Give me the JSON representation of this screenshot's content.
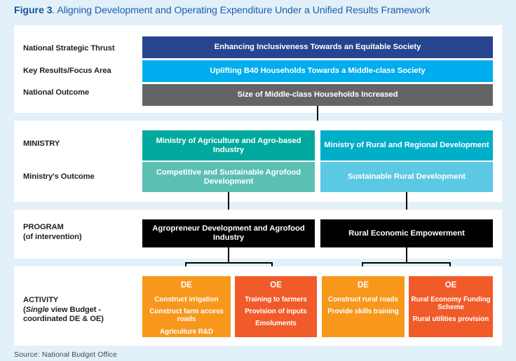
{
  "title": {
    "figure_number": "Figure 3",
    "separator": ". ",
    "text": "Aligning Development and Operating Expenditure Under a Unified Results Framework",
    "color": "#1a5fa8"
  },
  "national": {
    "rows": [
      {
        "label": "National Strategic Thrust",
        "bar_text": "Enhancing Inclusiveness Towards an Equitable Society",
        "color": "#27448f"
      },
      {
        "label": "Key Results/Focus Area",
        "bar_text": "Uplifting B40 Households Towards a Middle-class Society",
        "color": "#00adee"
      },
      {
        "label": "National Outcome",
        "bar_text": "Size of Middle-class Households Increased",
        "color": "#636466"
      }
    ]
  },
  "ministry": {
    "label": "MINISTRY",
    "outcome_label": "Ministry's Outcome",
    "ministries": [
      {
        "name": "Ministry of Agriculture and Agro-based Industry",
        "color": "#00a99d"
      },
      {
        "name": "Ministry of Rural and Regional Development",
        "color": "#00aec7"
      }
    ],
    "outcomes": [
      {
        "name": "Competitive and Sustainable Agrofood Development",
        "color": "#5cbfb4"
      },
      {
        "name": "Sustainable Rural Development",
        "color": "#5bc8e4"
      }
    ]
  },
  "program": {
    "label": "PROGRAM",
    "sublabel": "(of intervention)",
    "programs": [
      {
        "name": "Agropreneur Development and Agrofood Industry",
        "color": "#000000"
      },
      {
        "name": "Rural Economic Empowerment",
        "color": "#000000"
      }
    ]
  },
  "activity": {
    "label": "ACTIVITY",
    "sublabel_italic": "Single",
    "sublabel_line1_rest": " view Budget -",
    "sublabel_line2": "coordinated DE & OE)",
    "boxes": [
      {
        "head": "DE",
        "color": "#f7981d",
        "items": [
          "Construct irrigation",
          "Construct farm access roads",
          "Agriculture R&D"
        ]
      },
      {
        "head": "OE",
        "color": "#f15a29",
        "items": [
          "Training to farmers",
          "Provision of inputs",
          "Emoluments"
        ]
      },
      {
        "head": "DE",
        "color": "#f7981d",
        "items": [
          "Construct rural roads",
          "Provide skills training"
        ]
      },
      {
        "head": "OE",
        "color": "#f15a29",
        "items": [
          "Rural Economy Funding Scheme",
          "Rural utilities provision"
        ]
      }
    ]
  },
  "source": "Source: National Budget Office"
}
